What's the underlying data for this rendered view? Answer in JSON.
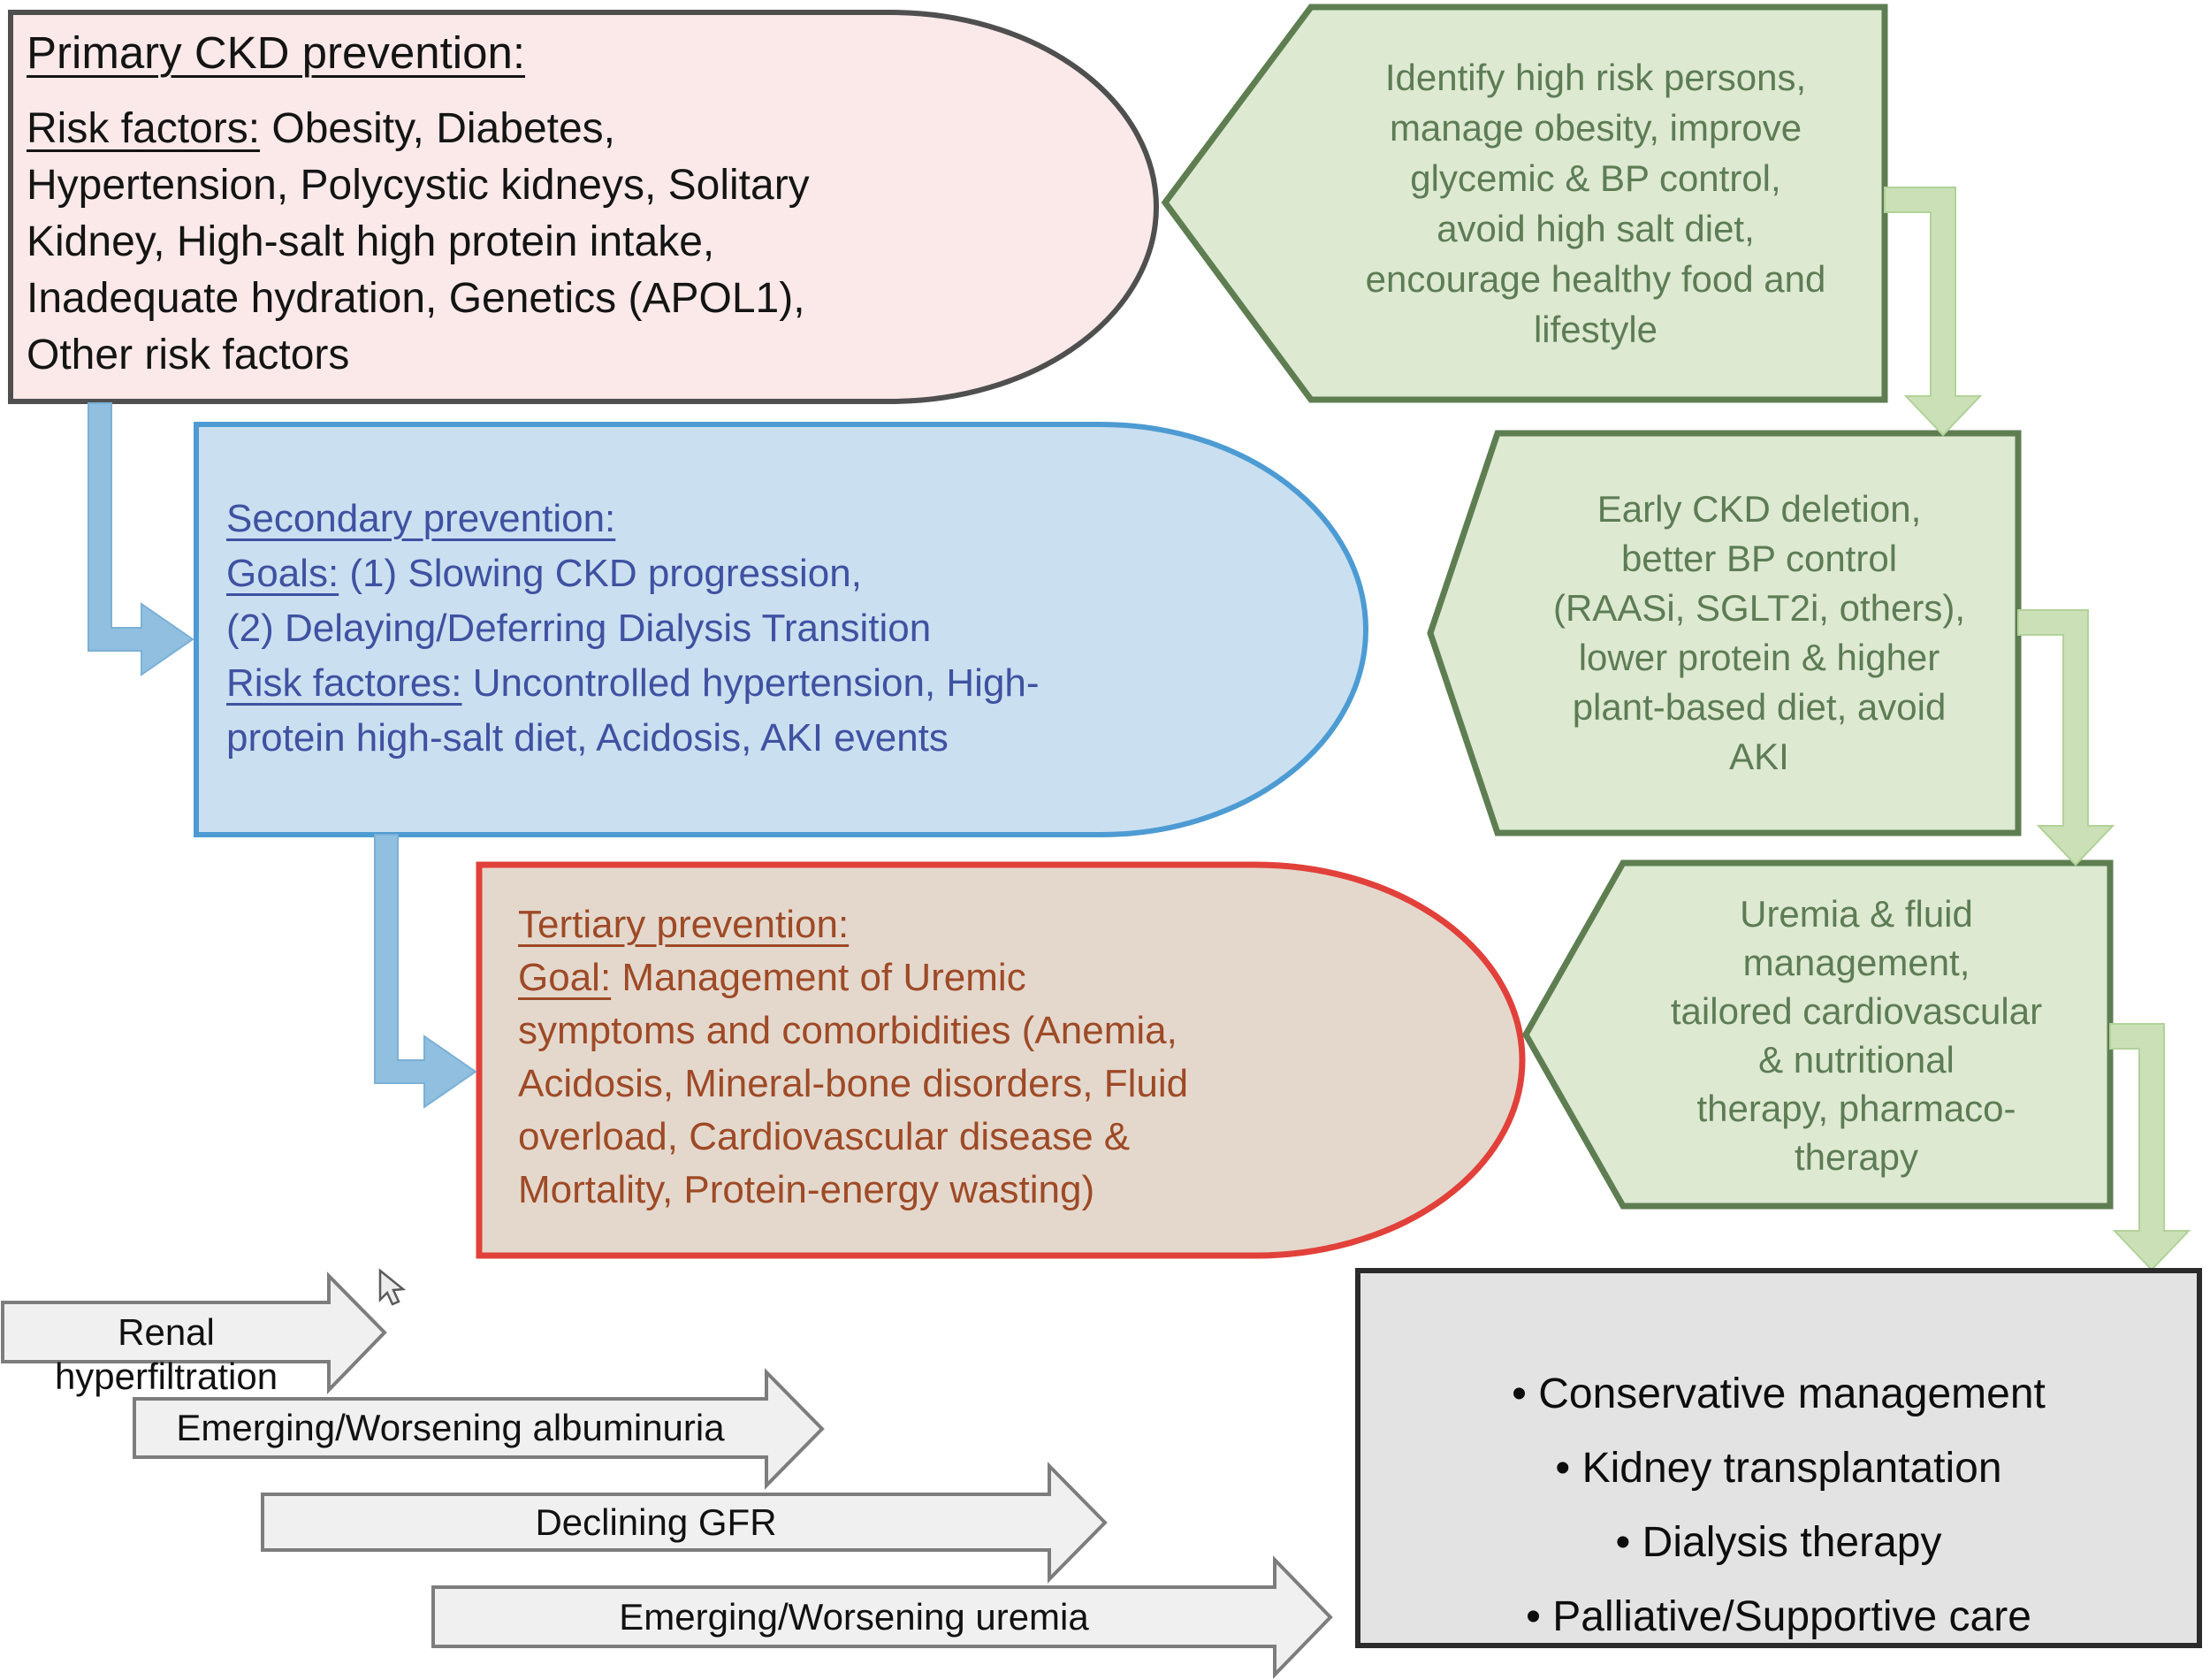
{
  "primary": {
    "title": "Primary CKD prevention:",
    "risk_label": "Risk factors:",
    "risk_rest": " Obesity, Diabetes,",
    "line3": "Hypertension, Polycystic kidneys, Solitary",
    "line4": "Kidney, High-salt high protein intake,",
    "line5": "Inadequate hydration, Genetics (APOL1),",
    "line6": "Other risk factors"
  },
  "secondary": {
    "title": "Secondary prevention:",
    "goals_label": "Goals:",
    "goals_rest": " (1) Slowing CKD progression,",
    "line3": "(2) Delaying/Deferring Dialysis Transition",
    "risk_label": "Risk factores:",
    "risk_rest": " Uncontrolled hypertension, High-",
    "line5": "protein high-salt diet, Acidosis, AKI events"
  },
  "tertiary": {
    "title": "Tertiary prevention:",
    "goal_label": "Goal:",
    "goal_rest": " Management of Uremic",
    "line3": "symptoms and comorbidities (Anemia,",
    "line4": "Acidosis, Mineral-bone disorders, Fluid",
    "line5": "overload, Cardiovascular disease &",
    "line6": "Mortality, Protein-energy wasting)"
  },
  "hexagons": {
    "primary_action": {
      "lines": [
        "Identify high risk persons,",
        "manage obesity, improve",
        "glycemic & BP control,",
        "avoid high salt diet,",
        "encourage healthy food and",
        "lifestyle"
      ]
    },
    "secondary_action": {
      "lines": [
        "Early CKD deletion,",
        "better BP control",
        "(RAASi, SGLT2i, others),",
        "lower protein & higher",
        "plant-based diet, avoid",
        "AKI"
      ]
    },
    "tertiary_action": {
      "lines": [
        "Uremia & fluid",
        "management,",
        "tailored cardiovascular",
        "& nutritional",
        "therapy, pharmaco-",
        "therapy"
      ]
    }
  },
  "stage_arrows": {
    "items": [
      "Renal hyperfiltration",
      "Emerging/Worsening albuminuria",
      "Declining GFR",
      "Emerging/Worsening uremia"
    ]
  },
  "outcomes": {
    "bullet": "•",
    "items": [
      "Conservative management",
      "Kidney transplantation",
      "Dialysis therapy",
      "Palliative/Supportive care"
    ]
  },
  "colors": {
    "primary_fill": "#fbe9e9",
    "primary_border": "#4f4f4f",
    "secondary_fill": "#cadff0",
    "secondary_border": "#4d9bd3",
    "secondary_text": "#3f51a1",
    "tertiary_fill": "#e4d8cd",
    "tertiary_border": "#e1413a",
    "tertiary_text": "#9e4a26",
    "hexagon_fill": "#dde9d1",
    "hexagon_border": "#5e7e52",
    "hexagon_text": "#5d7c55",
    "green_arrow": "#cbe0b6",
    "blue_arrow": "#90bfe0",
    "stage_arrow_fill": "#f0f0f0",
    "stage_arrow_border": "#7d7d7d",
    "outcomes_fill": "#e3e3e3",
    "outcomes_border": "#2b2b2b"
  }
}
